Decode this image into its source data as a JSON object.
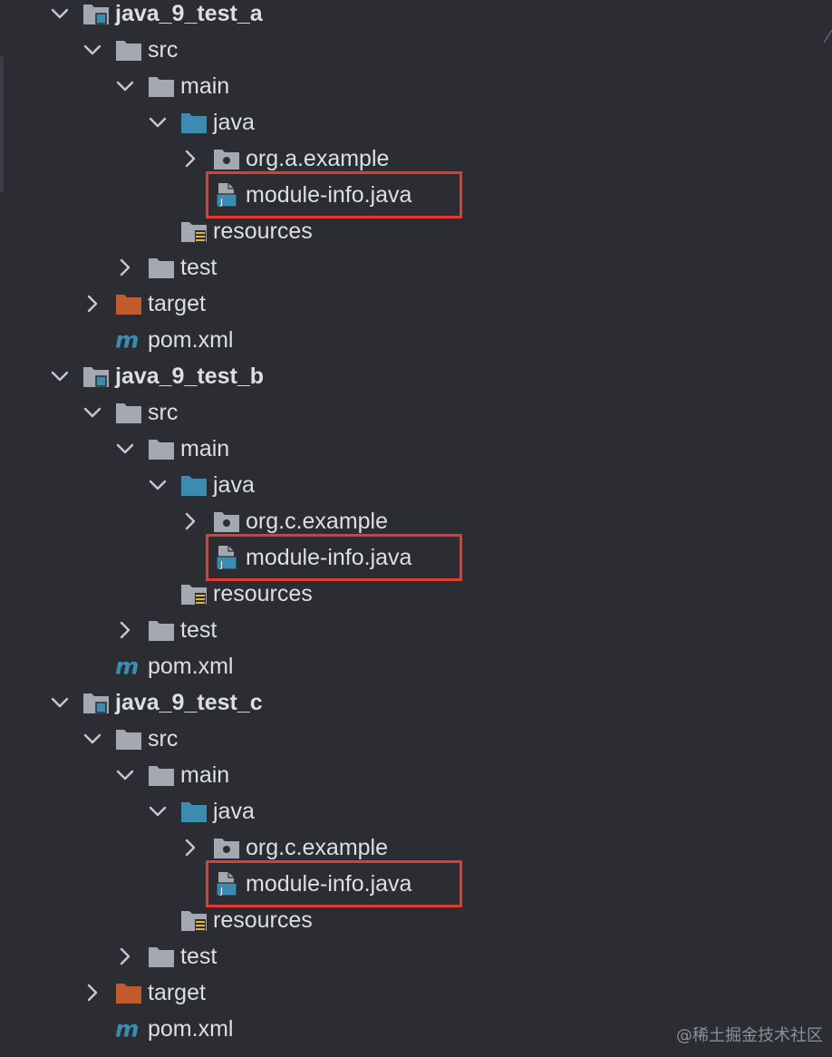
{
  "tree": [
    {
      "label": "java_9_test_a",
      "depth": 0,
      "icon": "module-folder-icon",
      "chevron": "down",
      "bold": true
    },
    {
      "label": "src",
      "depth": 1,
      "icon": "folder-icon",
      "chevron": "down"
    },
    {
      "label": "main",
      "depth": 2,
      "icon": "folder-icon",
      "chevron": "down"
    },
    {
      "label": "java",
      "depth": 3,
      "icon": "source-folder-icon",
      "chevron": "down"
    },
    {
      "label": "org.a.example",
      "depth": 4,
      "icon": "package-icon",
      "chevron": "right"
    },
    {
      "label": "module-info.java",
      "depth": 4,
      "icon": "java-file-icon",
      "chevron": "none",
      "highlight": true
    },
    {
      "label": "resources",
      "depth": 3,
      "icon": "resources-folder-icon",
      "chevron": "none"
    },
    {
      "label": "test",
      "depth": 2,
      "icon": "folder-icon",
      "chevron": "right"
    },
    {
      "label": "target",
      "depth": 1,
      "icon": "excluded-folder-icon",
      "chevron": "right"
    },
    {
      "label": "pom.xml",
      "depth": 1,
      "icon": "maven-icon",
      "chevron": "none"
    },
    {
      "label": "java_9_test_b",
      "depth": 0,
      "icon": "module-folder-icon",
      "chevron": "down",
      "bold": true
    },
    {
      "label": "src",
      "depth": 1,
      "icon": "folder-icon",
      "chevron": "down"
    },
    {
      "label": "main",
      "depth": 2,
      "icon": "folder-icon",
      "chevron": "down"
    },
    {
      "label": "java",
      "depth": 3,
      "icon": "source-folder-icon",
      "chevron": "down"
    },
    {
      "label": "org.c.example",
      "depth": 4,
      "icon": "package-icon",
      "chevron": "right"
    },
    {
      "label": "module-info.java",
      "depth": 4,
      "icon": "java-file-icon",
      "chevron": "none",
      "highlight": true
    },
    {
      "label": "resources",
      "depth": 3,
      "icon": "resources-folder-icon",
      "chevron": "none"
    },
    {
      "label": "test",
      "depth": 2,
      "icon": "folder-icon",
      "chevron": "right"
    },
    {
      "label": "pom.xml",
      "depth": 1,
      "icon": "maven-icon",
      "chevron": "none"
    },
    {
      "label": "java_9_test_c",
      "depth": 0,
      "icon": "module-folder-icon",
      "chevron": "down",
      "bold": true
    },
    {
      "label": "src",
      "depth": 1,
      "icon": "folder-icon",
      "chevron": "down"
    },
    {
      "label": "main",
      "depth": 2,
      "icon": "folder-icon",
      "chevron": "down"
    },
    {
      "label": "java",
      "depth": 3,
      "icon": "source-folder-icon",
      "chevron": "down"
    },
    {
      "label": "org.c.example",
      "depth": 4,
      "icon": "package-icon",
      "chevron": "right"
    },
    {
      "label": "module-info.java",
      "depth": 4,
      "icon": "java-file-icon",
      "chevron": "none",
      "highlight": true
    },
    {
      "label": "resources",
      "depth": 3,
      "icon": "resources-folder-icon",
      "chevron": "none"
    },
    {
      "label": "test",
      "depth": 2,
      "icon": "folder-icon",
      "chevron": "right"
    },
    {
      "label": "target",
      "depth": 1,
      "icon": "excluded-folder-icon",
      "chevron": "right"
    },
    {
      "label": "pom.xml",
      "depth": 1,
      "icon": "maven-icon",
      "chevron": "none"
    }
  ],
  "watermark": "@稀土掘金技术社区",
  "colors": {
    "background": "#2b2d33",
    "text": "#dcdfe4",
    "folder": "#a3a8b1",
    "source_folder": "#3c8bb0",
    "excluded_folder": "#c15a2c",
    "highlight": "#e23b30",
    "chevron": "#c6c9cf"
  }
}
